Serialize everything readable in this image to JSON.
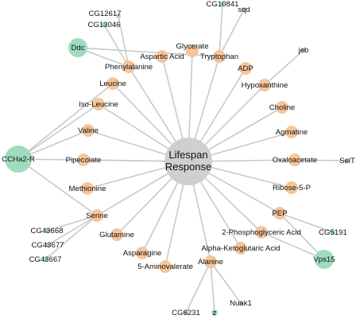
{
  "graph": {
    "colors": {
      "center": "#cfcfcf",
      "metabolite": "#f6c59a",
      "gene": "#9fdcbd",
      "edge": "#c9c9c9"
    },
    "center": {
      "line1": "Lifespan",
      "line2": "Response"
    },
    "nodes": [
      {
        "id": "cg12617",
        "label": "CG12617",
        "kind": "gene-tiny"
      },
      {
        "id": "cg13046",
        "label": "CG13046",
        "kind": "gene-tiny"
      },
      {
        "id": "cg10841",
        "label": "CG10841",
        "kind": "gene-tiny"
      },
      {
        "id": "sqd",
        "label": "sqd",
        "kind": "gene-tiny"
      },
      {
        "id": "ddc",
        "label": "Ddc",
        "kind": "gene"
      },
      {
        "id": "jeb",
        "label": "jeb",
        "kind": "gene-tiny"
      },
      {
        "id": "glycerate",
        "label": "Glycerate",
        "kind": "metabolite"
      },
      {
        "id": "aspartic",
        "label": "Aspartic Acid",
        "kind": "metabolite"
      },
      {
        "id": "tryptophan",
        "label": "Tryptophan",
        "kind": "metabolite"
      },
      {
        "id": "phenylalanine",
        "label": "Phenylalanine",
        "kind": "metabolite"
      },
      {
        "id": "adp",
        "label": "ADP",
        "kind": "metabolite"
      },
      {
        "id": "leucine",
        "label": "Leucine",
        "kind": "metabolite"
      },
      {
        "id": "hypoxanthine",
        "label": "Hypoxanthine",
        "kind": "metabolite"
      },
      {
        "id": "isoleucine",
        "label": "Iso-Leucine",
        "kind": "metabolite"
      },
      {
        "id": "choline",
        "label": "Choline",
        "kind": "metabolite"
      },
      {
        "id": "valine",
        "label": "Valine",
        "kind": "metabolite"
      },
      {
        "id": "agmatine",
        "label": "Agmatine",
        "kind": "metabolite"
      },
      {
        "id": "ccha2r",
        "label": "CCHa2-R",
        "kind": "gene-large"
      },
      {
        "id": "pipecolate",
        "label": "Pipecolate",
        "kind": "metabolite"
      },
      {
        "id": "oxaloacetate",
        "label": "Oxaloacetate",
        "kind": "metabolite"
      },
      {
        "id": "selt",
        "label": "SelT",
        "kind": "gene-tiny"
      },
      {
        "id": "methionine",
        "label": "Methionine",
        "kind": "metabolite"
      },
      {
        "id": "ribose5p",
        "label": "Ribose-5-P",
        "kind": "metabolite"
      },
      {
        "id": "serine",
        "label": "Serine",
        "kind": "metabolite"
      },
      {
        "id": "pep",
        "label": "PEP",
        "kind": "metabolite"
      },
      {
        "id": "cg43668",
        "label": "CG43668",
        "kind": "gene-tiny"
      },
      {
        "id": "glutamine",
        "label": "Glutamine",
        "kind": "metabolite"
      },
      {
        "id": "cg43677",
        "label": "CG43677",
        "kind": "gene-tiny"
      },
      {
        "id": "pga2",
        "label": "2-Phosphoglyceric Acid",
        "kind": "metabolite"
      },
      {
        "id": "cg5191",
        "label": "CG5191",
        "kind": "gene-tiny"
      },
      {
        "id": "cg43667",
        "label": "CG43667",
        "kind": "gene-tiny"
      },
      {
        "id": "akg",
        "label": "Alpha-Ketoglutaric Acid",
        "kind": "metabolite"
      },
      {
        "id": "vps15",
        "label": "Vps15",
        "kind": "gene"
      },
      {
        "id": "asparagine",
        "label": "Asparagine",
        "kind": "metabolite"
      },
      {
        "id": "aminovalerate",
        "label": "5-Aminovalerate",
        "kind": "metabolite"
      },
      {
        "id": "alanine",
        "label": "Alanine",
        "kind": "metabolite"
      },
      {
        "id": "nuak1",
        "label": "Nuak1",
        "kind": "gene-tiny"
      },
      {
        "id": "cg6231",
        "label": "CG6231",
        "kind": "gene-tiny"
      },
      {
        "id": "z",
        "label": "z",
        "kind": "gene-small"
      }
    ],
    "edges": [
      [
        "center",
        "glycerate"
      ],
      [
        "center",
        "aspartic"
      ],
      [
        "center",
        "tryptophan"
      ],
      [
        "center",
        "phenylalanine"
      ],
      [
        "center",
        "adp"
      ],
      [
        "center",
        "leucine"
      ],
      [
        "center",
        "hypoxanthine"
      ],
      [
        "center",
        "isoleucine"
      ],
      [
        "center",
        "choline"
      ],
      [
        "center",
        "valine"
      ],
      [
        "center",
        "agmatine"
      ],
      [
        "center",
        "ccha2r"
      ],
      [
        "center",
        "pipecolate"
      ],
      [
        "center",
        "oxaloacetate"
      ],
      [
        "center",
        "methionine"
      ],
      [
        "center",
        "ribose5p"
      ],
      [
        "center",
        "serine"
      ],
      [
        "center",
        "pep"
      ],
      [
        "center",
        "glutamine"
      ],
      [
        "center",
        "pga2"
      ],
      [
        "center",
        "akg"
      ],
      [
        "center",
        "asparagine"
      ],
      [
        "center",
        "aminovalerate"
      ],
      [
        "center",
        "alanine"
      ],
      [
        "phenylalanine",
        "cg12617"
      ],
      [
        "phenylalanine",
        "cg13046"
      ],
      [
        "phenylalanine",
        "ddc"
      ],
      [
        "tryptophan",
        "cg10841"
      ],
      [
        "tryptophan",
        "sqd"
      ],
      [
        "tryptophan",
        "ddc"
      ],
      [
        "hypoxanthine",
        "jeb"
      ],
      [
        "leucine",
        "ccha2r"
      ],
      [
        "isoleucine",
        "ccha2r"
      ],
      [
        "valine",
        "ccha2r"
      ],
      [
        "serine",
        "ccha2r"
      ],
      [
        "oxaloacetate",
        "selt"
      ],
      [
        "serine",
        "cg43668"
      ],
      [
        "serine",
        "cg43677"
      ],
      [
        "serine",
        "cg43667"
      ],
      [
        "pep",
        "cg5191"
      ],
      [
        "pep",
        "vps15"
      ],
      [
        "pga2",
        "vps15"
      ],
      [
        "alanine",
        "nuak1"
      ],
      [
        "alanine",
        "cg6231"
      ],
      [
        "alanine",
        "z"
      ]
    ]
  }
}
